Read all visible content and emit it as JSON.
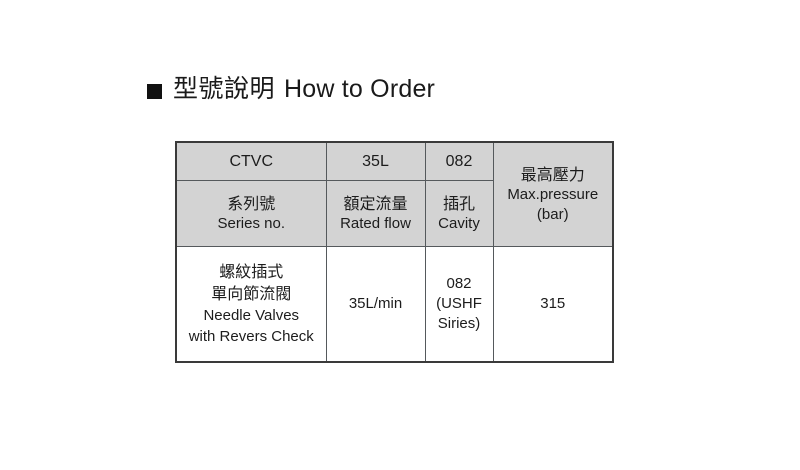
{
  "title": {
    "bullet": "square-bullet",
    "cjk": "型號說明",
    "en": "How to Order"
  },
  "table": {
    "code_row": {
      "series_no": "CTVC",
      "rated_flow": "35L",
      "cavity": "082"
    },
    "headers": {
      "series_no_cjk": "系列號",
      "series_no_en": "Series no.",
      "rated_flow_cjk": "額定流量",
      "rated_flow_en": "Rated flow",
      "cavity_cjk": "插孔",
      "cavity_en": "Cavity",
      "max_pressure_cjk": "最高壓力",
      "max_pressure_en": "Max.pressure",
      "max_pressure_unit": "(bar)"
    },
    "body": {
      "series_cjk_line1": "螺紋插式",
      "series_cjk_line2": "單向節流閥",
      "series_en_line1": "Needle Valves",
      "series_en_line2": "with Revers Check",
      "rated_flow": "35L/min",
      "cavity_line1": "082",
      "cavity_line2": "(USHF",
      "cavity_line3": "Siries)",
      "max_pressure": "315"
    }
  },
  "colors": {
    "header_fill": "#d3d3d3",
    "border": "#55595c",
    "outer_border": "#3a3a3a",
    "text": "#1c1c1c",
    "bullet": "#111111",
    "page_background": "#ffffff"
  }
}
